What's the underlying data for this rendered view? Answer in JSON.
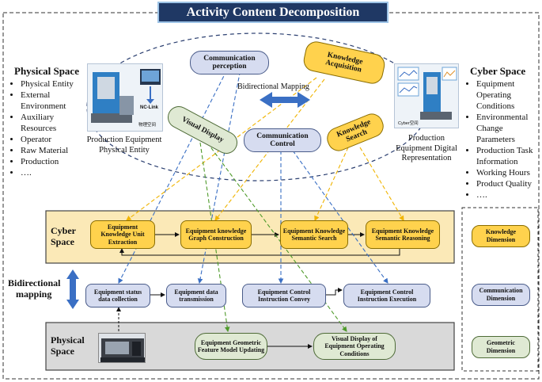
{
  "title": "Activity Content Decomposition",
  "physical_space": {
    "heading": "Physical Space",
    "items": [
      "Physical Entity",
      "External Environment",
      "Auxiliary Resources",
      "Operator",
      "Raw Material",
      "Production",
      "…."
    ],
    "caption": "Production Equipment Physical Entity",
    "image_label": "NC-Link",
    "image_sub": "物理空间"
  },
  "cyber_space": {
    "heading": "Cyber Space",
    "items": [
      "Equipment Operating Conditions",
      "Environmental Change Parameters",
      "Production Task Information",
      "Working Hours",
      "Product Quality",
      "…."
    ],
    "caption": "Production Equipment Digital Representation",
    "image_label": "Cyber空间"
  },
  "ellipse": {
    "communication_perception": "Communication perception",
    "knowledge_acquisition": "Knowledge Acquisition",
    "visual_display": "Visual Display",
    "communication_control": "Communication Control",
    "knowledge_search": "Knowledge Search",
    "bidirectional_mapping": "Bidirectional Mapping"
  },
  "cyber_band": {
    "label_line1": "Cyber",
    "label_line2": "Space",
    "nodes": [
      "Equipment Knowledge Unit Extraction",
      "Equipment knowledge Graph Construction",
      "Equipment Knowledge Semantic Search",
      "Equipment Knowledge Semantic Reasoning"
    ]
  },
  "mapping_band": {
    "label_line1": "Bidirectional",
    "label_line2": "mapping",
    "nodes": [
      "Equipment status data collection",
      "Equipment data transmission",
      "Equipment Control Instruction Convey",
      "Equipment Control Instruction Execution"
    ]
  },
  "physical_band": {
    "label_line1": "Physical",
    "label_line2": "Space",
    "nodes": [
      "Equipment Geometric Feature Model Updating",
      "Visual Display of Equipment Operating Conditions"
    ]
  },
  "dimensions": {
    "knowledge": "Knowledge Dimension",
    "communication": "Communication Dimension",
    "geometric": "Geometric Dimension"
  },
  "colors": {
    "title_bg": "#1f3864",
    "knowledge": "#ffd24d",
    "communication": "#d6dcf0",
    "geometric": "#dfe9d3",
    "cyber_band": "#fbe9b7",
    "physical_band": "#d9d9d9",
    "arrow_blue": "#3a6fc4",
    "arrow_yellow": "#f0b400",
    "arrow_green": "#4e9a2a"
  },
  "icons": [
    "machine-tool-image",
    "digital-twin-image",
    "cnc-lathe-image",
    "double-arrow-icon"
  ]
}
